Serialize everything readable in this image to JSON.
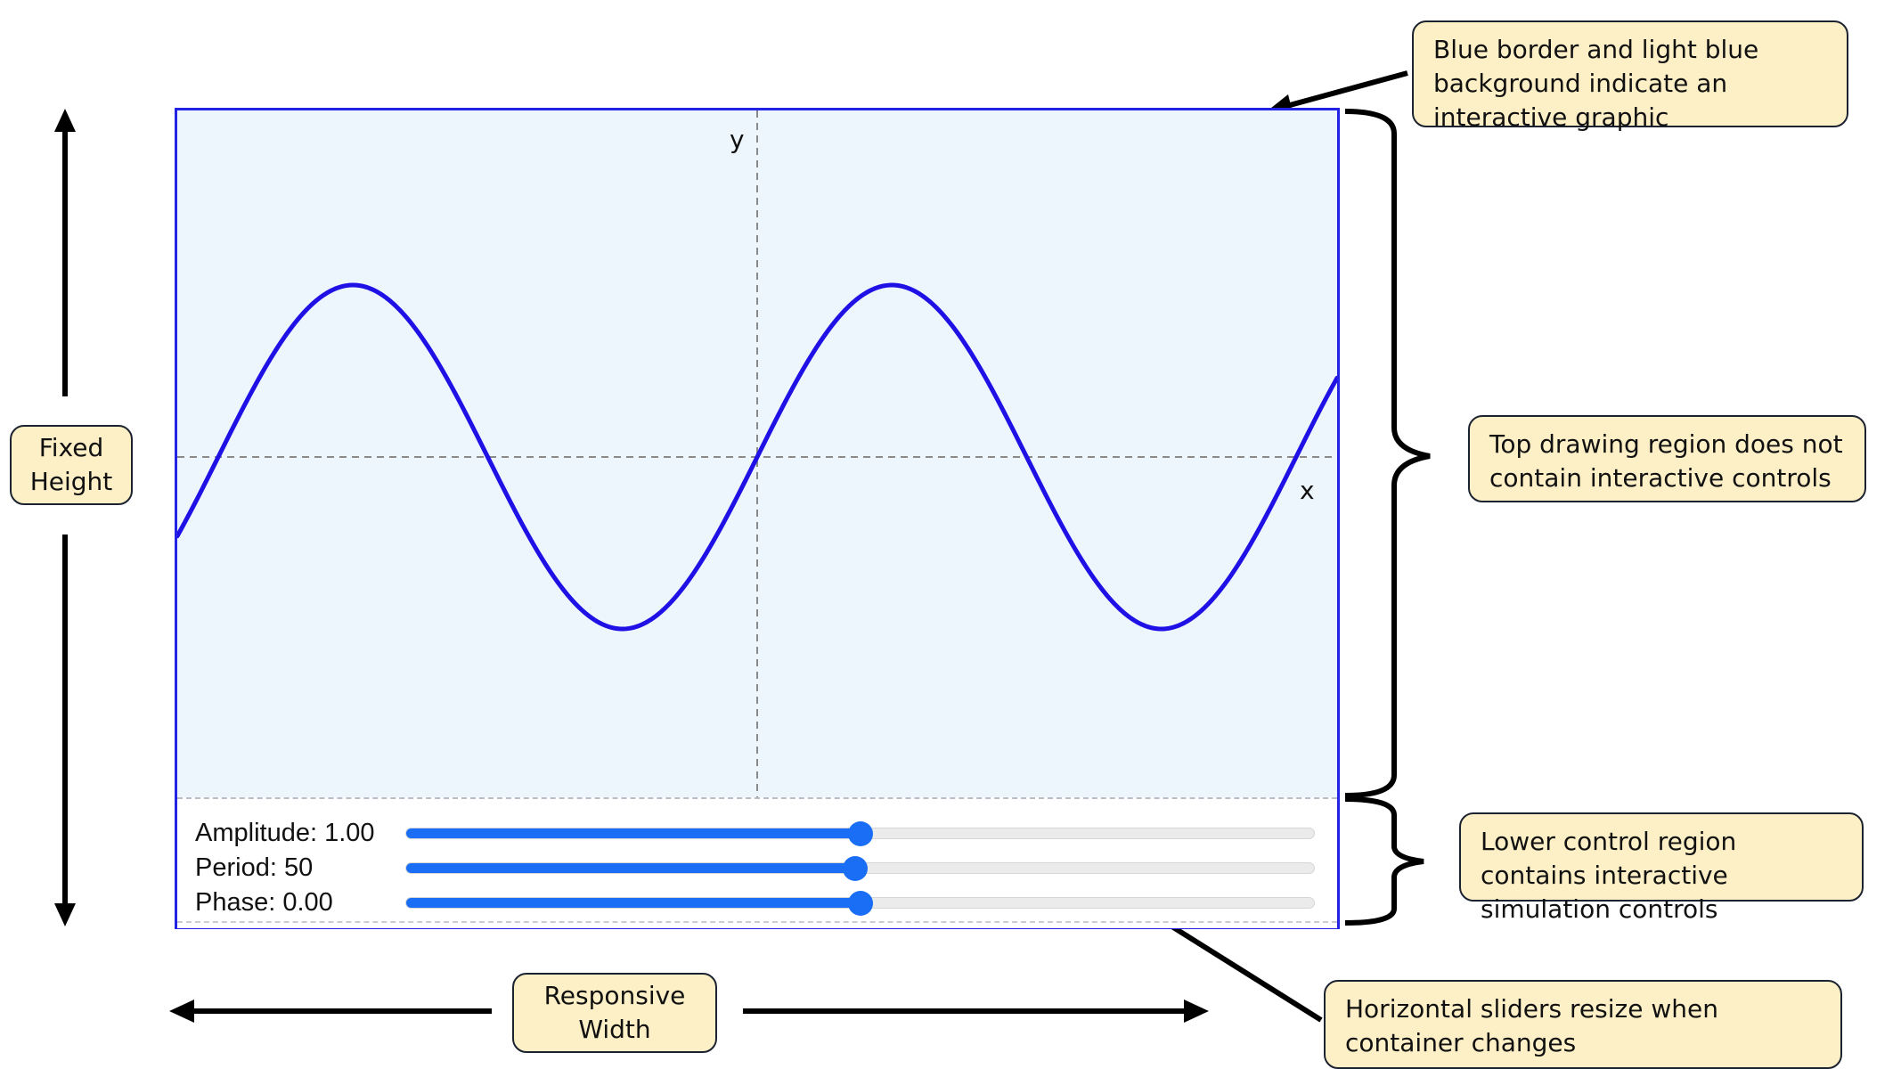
{
  "callouts": {
    "top_right": "Blue border and light blue background indicate an interactive graphic",
    "drawing_region": "Top drawing region does not contain interactive controls",
    "control_region": "Lower control region contains interactive simulation controls",
    "sliders": "Horizontal sliders resize when container changes",
    "fixed_height": "Fixed Height",
    "responsive_width": "Responsive Width"
  },
  "axes": {
    "x_label": "x",
    "y_label": "y"
  },
  "wave": {
    "amplitude": 1.0,
    "period": 50,
    "phase": 0.0,
    "color": "#1f10e6"
  },
  "controls": [
    {
      "label": "Amplitude: 1.00",
      "value": 0.5
    },
    {
      "label": "Period: 50",
      "value": 0.495
    },
    {
      "label": "Phase: 0.00",
      "value": 0.5
    }
  ],
  "colors": {
    "sim_border": "#2323e6",
    "sim_background": "#eef6fd",
    "slider": "#1a6ef5",
    "callout_background": "#fdefc6"
  }
}
